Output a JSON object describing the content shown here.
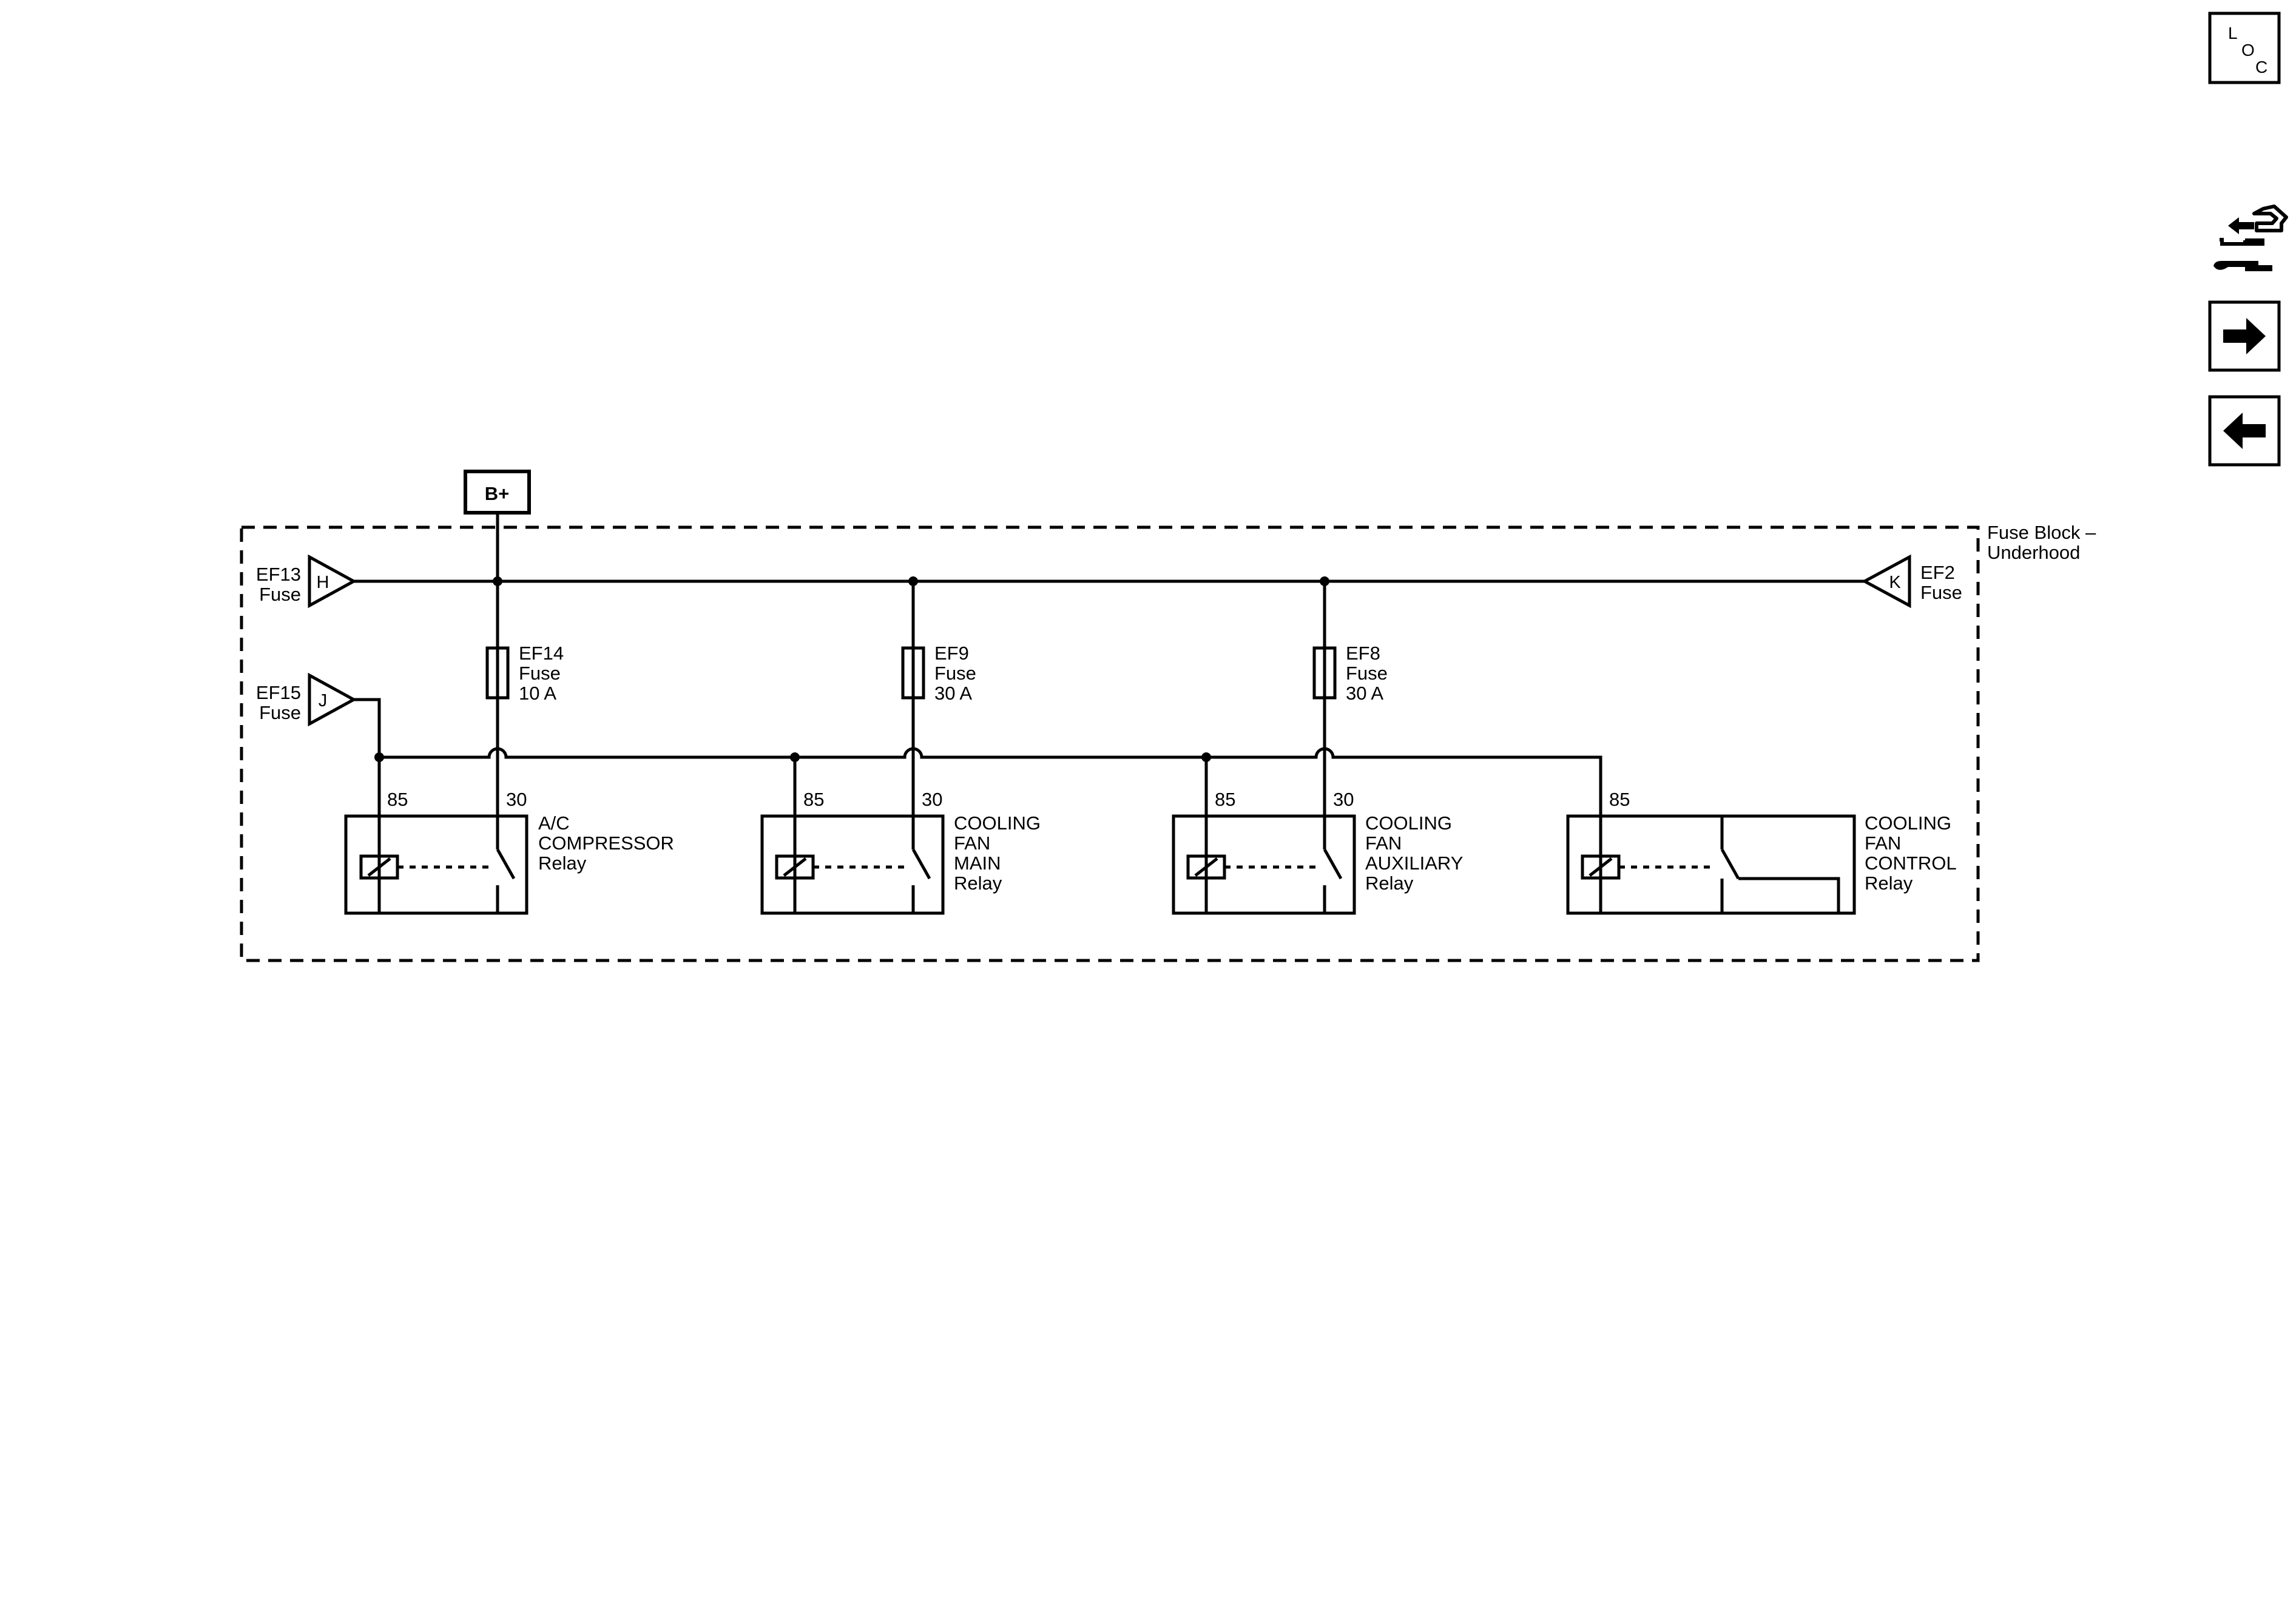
{
  "diagram": {
    "enclosure_label": [
      "Fuse Block –",
      "Underhood"
    ],
    "power_label": "B+",
    "connectors": [
      {
        "letter": "H",
        "name": [
          "EF13",
          "Fuse"
        ]
      },
      {
        "letter": "J",
        "name": [
          "EF15",
          "Fuse"
        ]
      },
      {
        "letter": "K",
        "name": [
          "EF2",
          "Fuse"
        ]
      }
    ],
    "fuses": [
      {
        "lines": [
          "EF14",
          "Fuse",
          "10 A"
        ]
      },
      {
        "lines": [
          "EF9",
          "Fuse",
          "30 A"
        ]
      },
      {
        "lines": [
          "EF8",
          "Fuse",
          "30 A"
        ]
      }
    ],
    "relays": [
      {
        "pins": [
          "85",
          "30"
        ],
        "lines": [
          "A/C",
          "COMPRESSOR",
          "Relay"
        ]
      },
      {
        "pins": [
          "85",
          "30"
        ],
        "lines": [
          "COOLING",
          "FAN",
          "MAIN",
          "Relay"
        ]
      },
      {
        "pins": [
          "85",
          "30"
        ],
        "lines": [
          "COOLING",
          "FAN",
          "AUXILIARY",
          "Relay"
        ]
      },
      {
        "pins": [
          "85"
        ],
        "lines": [
          "COOLING",
          "FAN",
          "CONTROL",
          "Relay"
        ]
      }
    ]
  },
  "sidebar": {
    "loc": [
      "L",
      "O",
      "C"
    ],
    "icons": [
      "component-views-icon",
      "next-page-arrow-icon",
      "previous-page-arrow-icon"
    ]
  }
}
